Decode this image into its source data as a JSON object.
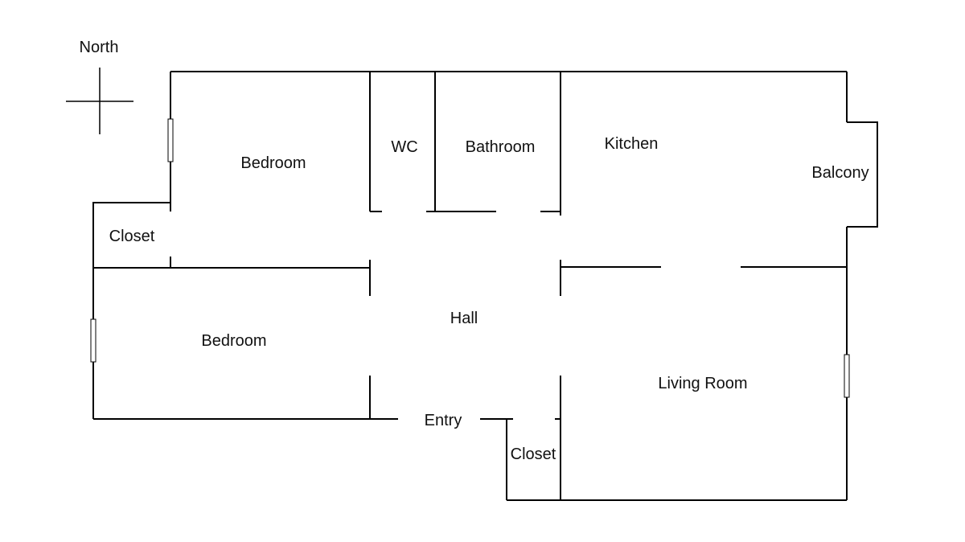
{
  "compass": {
    "label": "North"
  },
  "rooms": {
    "bedroom_top": "Bedroom",
    "wc": "WC",
    "bathroom": "Bathroom",
    "kitchen": "Kitchen",
    "balcony": "Balcony",
    "closet_left": "Closet",
    "hall": "Hall",
    "bedroom_bottom": "Bedroom",
    "living_room": "Living Room",
    "entry": "Entry",
    "closet_entry": "Closet"
  }
}
